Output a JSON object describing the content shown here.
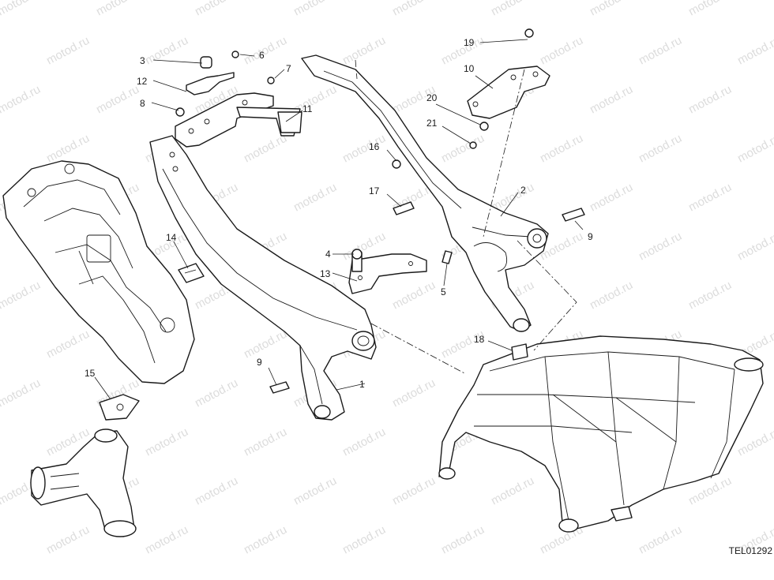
{
  "watermark": "motod.ru",
  "drawing_ref": "TEL01292",
  "callouts": [
    {
      "id": "c1",
      "label": "1"
    },
    {
      "id": "c2",
      "label": "2"
    },
    {
      "id": "c3",
      "label": "3"
    },
    {
      "id": "c4",
      "label": "4"
    },
    {
      "id": "c5",
      "label": "5"
    },
    {
      "id": "c6",
      "label": "6"
    },
    {
      "id": "c7",
      "label": "7"
    },
    {
      "id": "c8",
      "label": "8"
    },
    {
      "id": "c9a",
      "label": "9"
    },
    {
      "id": "c9b",
      "label": "9"
    },
    {
      "id": "c10",
      "label": "10"
    },
    {
      "id": "c11",
      "label": "11"
    },
    {
      "id": "c12",
      "label": "12"
    },
    {
      "id": "c13",
      "label": "13"
    },
    {
      "id": "c14",
      "label": "14"
    },
    {
      "id": "c15",
      "label": "15"
    },
    {
      "id": "c16",
      "label": "16"
    },
    {
      "id": "c17",
      "label": "17"
    },
    {
      "id": "c18",
      "label": "18"
    },
    {
      "id": "c19",
      "label": "19"
    },
    {
      "id": "c20",
      "label": "20"
    },
    {
      "id": "c21",
      "label": "21"
    }
  ]
}
